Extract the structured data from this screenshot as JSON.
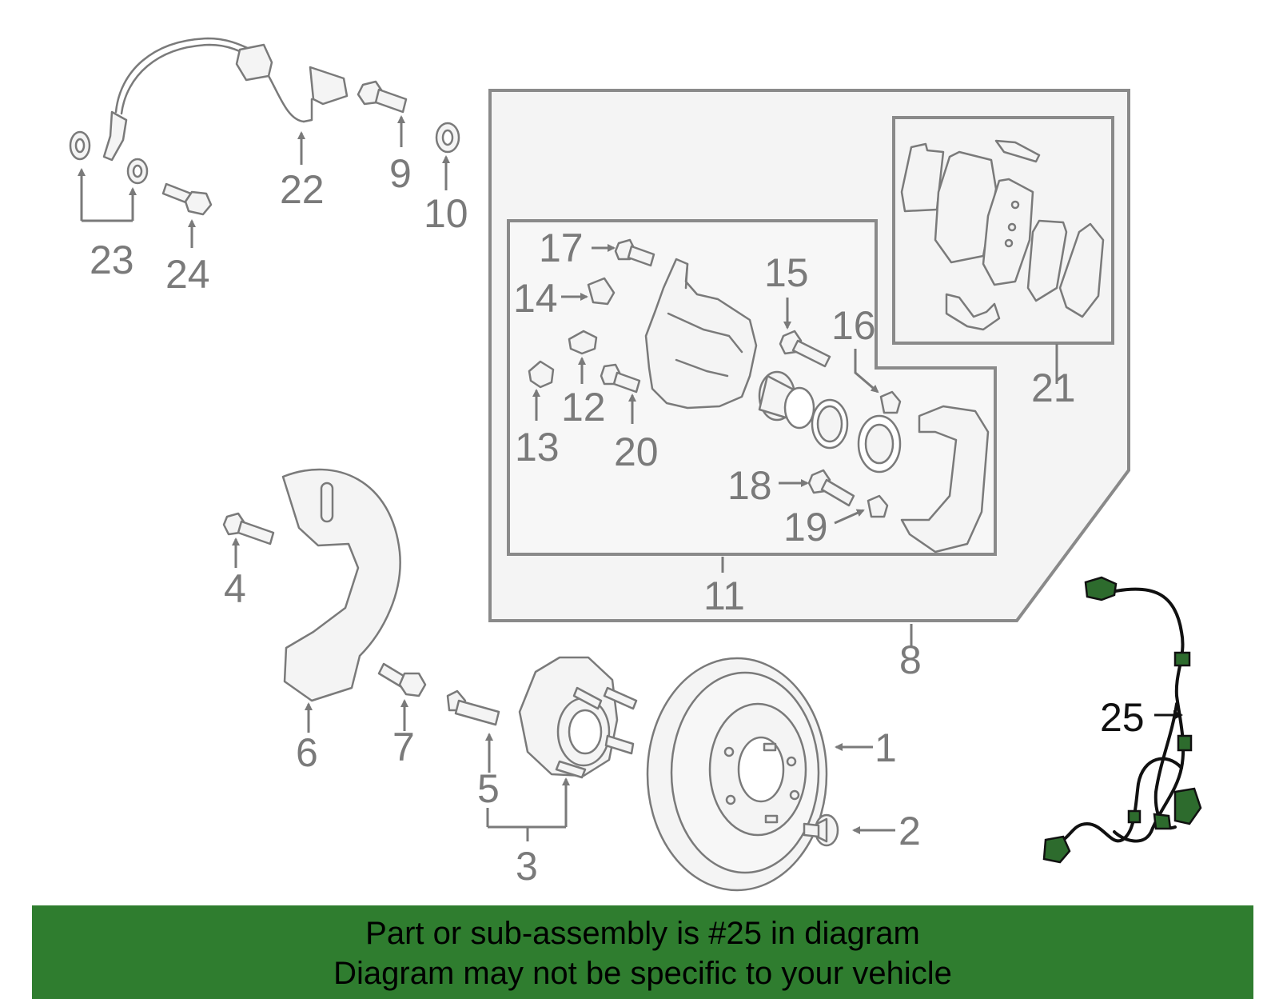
{
  "labels": {
    "p1": "1",
    "p2": "2",
    "p3": "3",
    "p4": "4",
    "p5": "5",
    "p6": "6",
    "p7": "7",
    "p8": "8",
    "p9": "9",
    "p10": "10",
    "p11": "11",
    "p12": "12",
    "p13": "13",
    "p14": "14",
    "p15": "15",
    "p16": "16",
    "p17": "17",
    "p18": "18",
    "p19": "19",
    "p20": "20",
    "p21": "21",
    "p22": "22",
    "p23": "23",
    "p24": "24",
    "p25": "25"
  },
  "highlight": {
    "part_number": "25",
    "color": "#2f7d2f"
  },
  "banner": {
    "line1": "Part or sub-assembly is #25 in diagram",
    "line2": "Diagram may not be specific to your vehicle"
  }
}
